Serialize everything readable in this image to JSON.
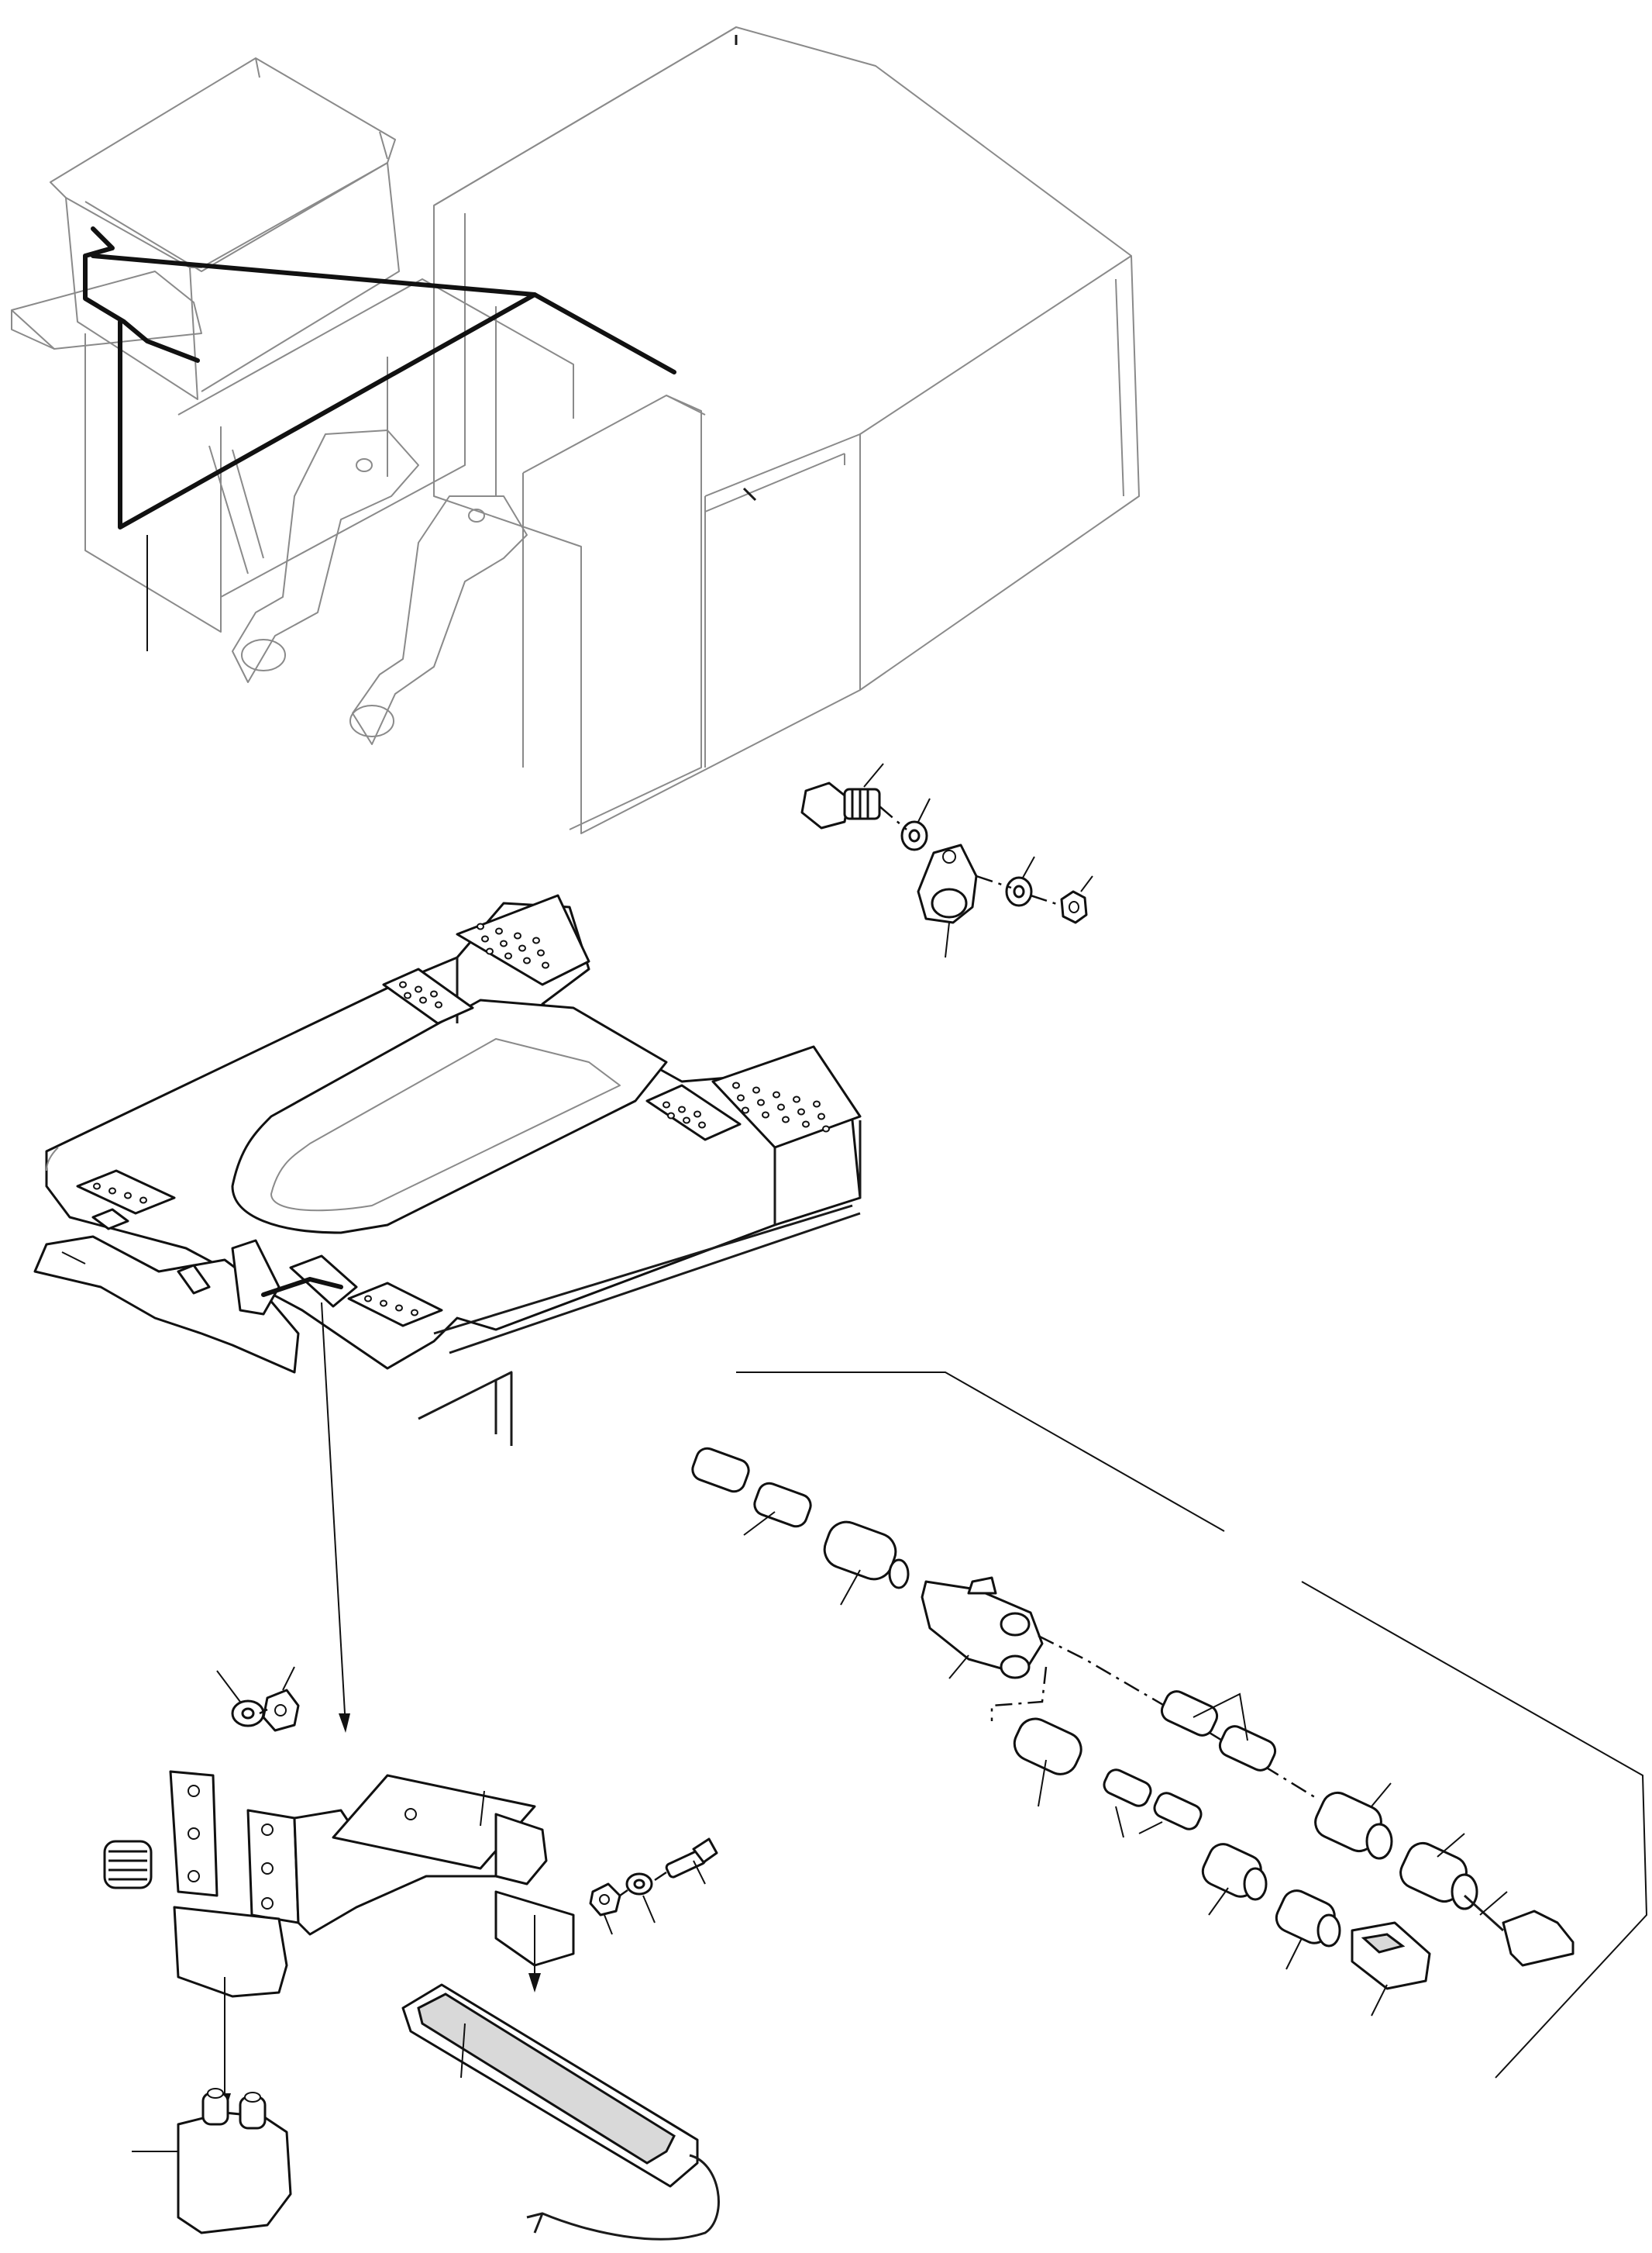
{
  "drawing": {
    "colors": {
      "line": "#111111",
      "body_line": "#8a8a8a",
      "background": "#ffffff"
    },
    "components": [
      "cab-and-hood-assembly",
      "wiring-harness",
      "clamp-bolt",
      "clamp-washer",
      "cable-clamp",
      "clamp-nut",
      "chassis-frame",
      "harness-clip-bracket",
      "lamp-bracket",
      "lamp-bracket-plate",
      "grommet",
      "washer",
      "nut",
      "screw",
      "connector-housing",
      "connector-cover",
      "rear-combination-lamp",
      "connector-sleeve",
      "connector-body",
      "junction-block",
      "terminal-plug",
      "cable-end-cap"
    ]
  }
}
